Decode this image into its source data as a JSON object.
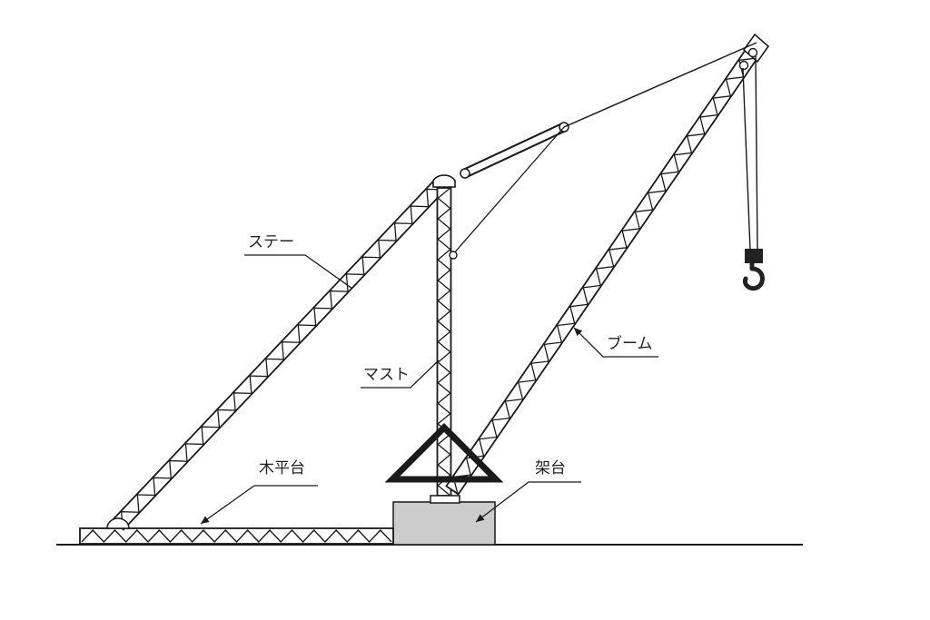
{
  "labels": {
    "stay": "ステー",
    "mast": "マスト",
    "boom": "ブーム",
    "kiheidai": "木平台",
    "kadai": "架台"
  },
  "colors": {
    "line": "#1a1a1a",
    "base_fill": "#cccccc",
    "hook": "#222222"
  }
}
